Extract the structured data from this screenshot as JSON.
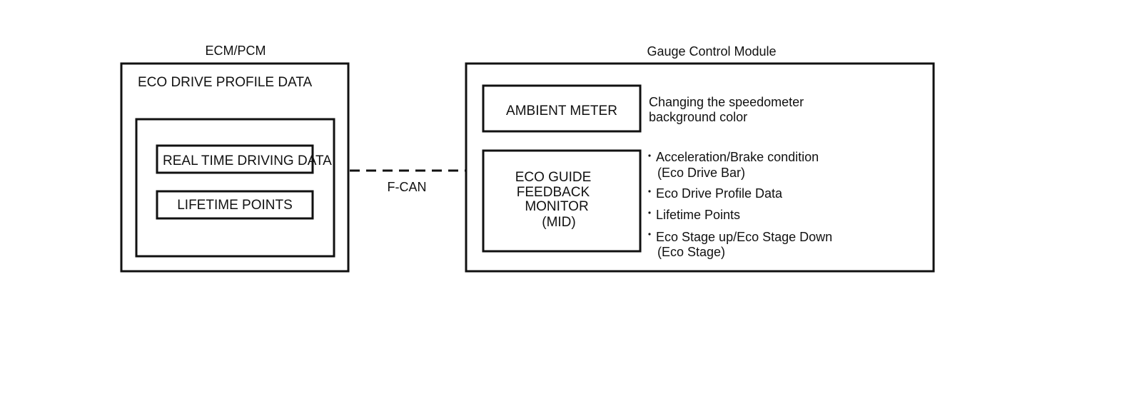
{
  "ecm": {
    "title": "ECM/PCM",
    "profile_label": "ECO DRIVE PROFILE DATA",
    "items": [
      "REAL TIME DRIVING DATA",
      "LIFETIME POINTS"
    ]
  },
  "connection": {
    "label": "F-CAN"
  },
  "gauge": {
    "title": "Gauge Control Module",
    "ambient": {
      "label": "AMBIENT METER",
      "description": [
        "Changing the speedometer",
        "background color"
      ]
    },
    "eco_guide": {
      "label": [
        "ECO GUIDE",
        "FEEDBACK",
        "MONITOR",
        "(MID)"
      ],
      "bullets": [
        [
          "Acceleration/Brake condition",
          "(Eco Drive Bar)"
        ],
        [
          "Eco Drive Profile Data"
        ],
        [
          "Lifetime Points"
        ],
        [
          "Eco Stage up/Eco Stage Down",
          "(Eco Stage)"
        ]
      ]
    }
  }
}
